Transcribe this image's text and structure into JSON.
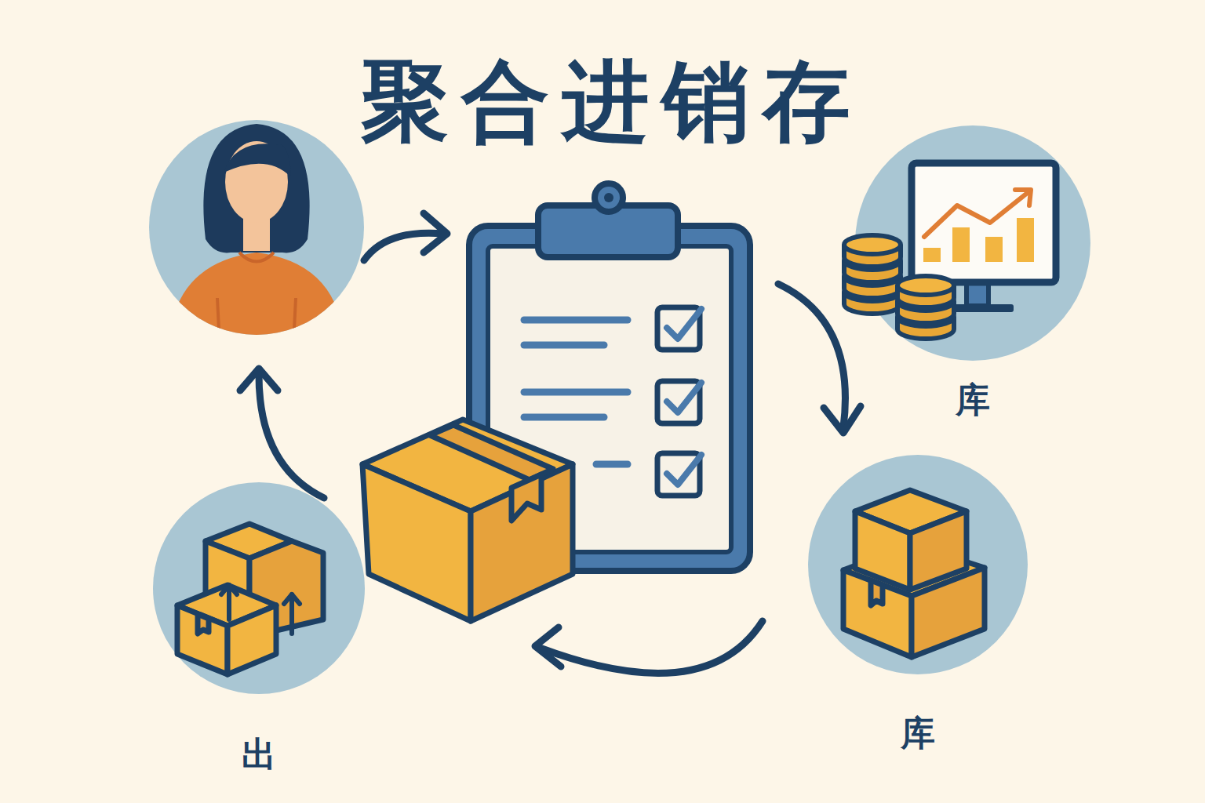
{
  "diagram": {
    "title": "聚合进销存",
    "nodes": [
      {
        "text": [
          "库"
        ]
      },
      {
        "text": [
          "库"
        ]
      },
      {
        "text": [
          "出"
        ]
      }
    ]
  }
}
